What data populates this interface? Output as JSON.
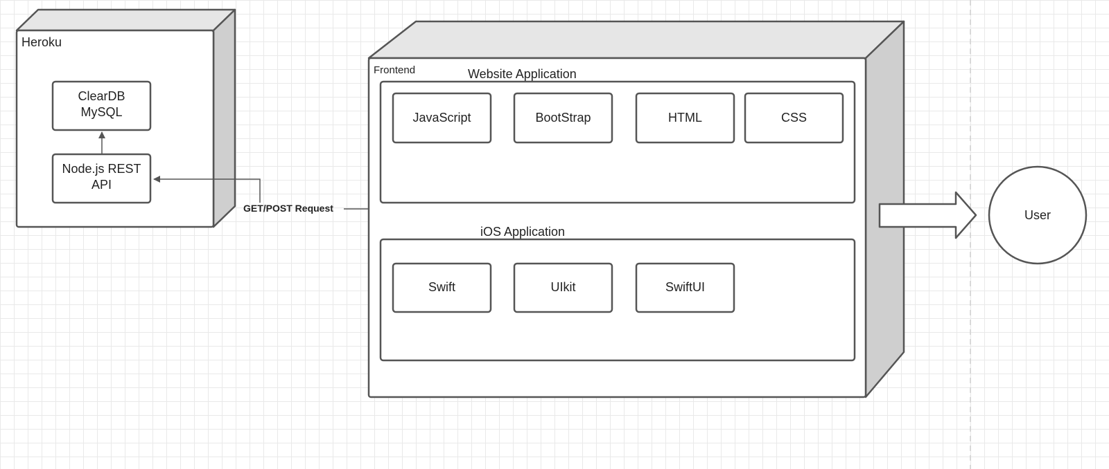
{
  "colors": {
    "stroke": "#555555",
    "top_face": "#e6e6e6",
    "side_face": "#cfcfcf",
    "grid": "#e9e9e9",
    "page_divider": "#d0d0d0"
  },
  "heroku": {
    "label": "Heroku",
    "database": {
      "line1": "ClearDB",
      "line2": "MySQL"
    },
    "api": {
      "line1": "Node.js REST",
      "line2": "API"
    }
  },
  "connector": {
    "label": "GET/POST Request"
  },
  "frontend": {
    "label": "Frontend",
    "website": {
      "title": "Website Application",
      "items": [
        "JavaScript",
        "BootStrap",
        "HTML",
        "CSS"
      ]
    },
    "ios": {
      "title": "iOS Application",
      "items": [
        "Swift",
        "UIkit",
        "SwiftUI"
      ]
    }
  },
  "user": {
    "label": "User"
  }
}
